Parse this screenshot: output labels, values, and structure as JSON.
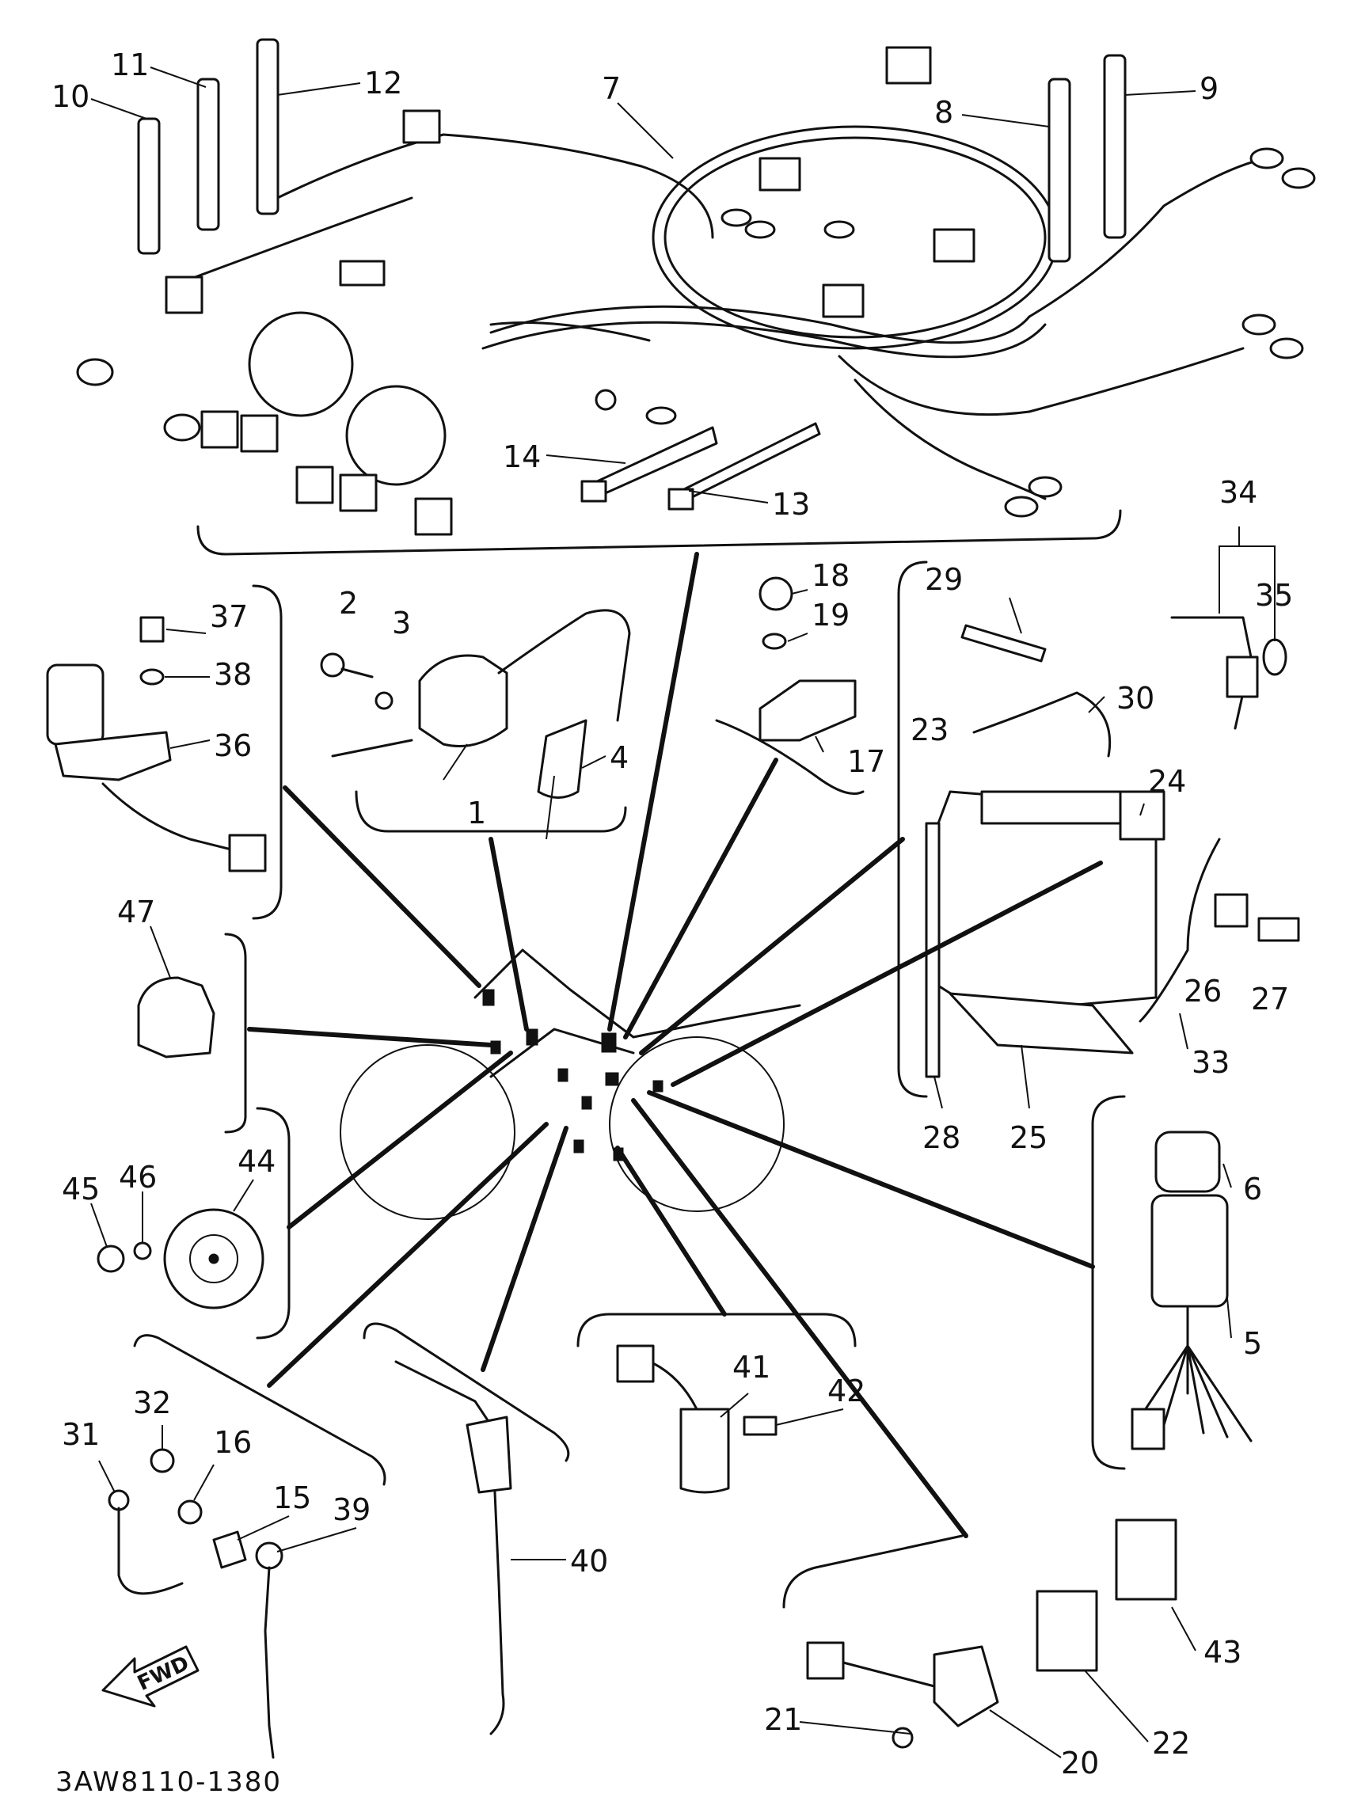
{
  "diagram_code": "3AW8110-1380",
  "fwd_label": "FWD",
  "callouts": [
    {
      "id": "10",
      "text": "10"
    },
    {
      "id": "11",
      "text": "11"
    },
    {
      "id": "12",
      "text": "12"
    },
    {
      "id": "7",
      "text": "7"
    },
    {
      "id": "8",
      "text": "8"
    },
    {
      "id": "9",
      "text": "9"
    },
    {
      "id": "14",
      "text": "14"
    },
    {
      "id": "13",
      "text": "13"
    },
    {
      "id": "2",
      "text": "2"
    },
    {
      "id": "3",
      "text": "3"
    },
    {
      "id": "1",
      "text": "1"
    },
    {
      "id": "4",
      "text": "4"
    },
    {
      "id": "37",
      "text": "37"
    },
    {
      "id": "38",
      "text": "38"
    },
    {
      "id": "36",
      "text": "36"
    },
    {
      "id": "18",
      "text": "18"
    },
    {
      "id": "19",
      "text": "19"
    },
    {
      "id": "17",
      "text": "17"
    },
    {
      "id": "29",
      "text": "29"
    },
    {
      "id": "30",
      "text": "30"
    },
    {
      "id": "34",
      "text": "34"
    },
    {
      "id": "35",
      "text": "35"
    },
    {
      "id": "23",
      "text": "23"
    },
    {
      "id": "24",
      "text": "24"
    },
    {
      "id": "26",
      "text": "26"
    },
    {
      "id": "27",
      "text": "27"
    },
    {
      "id": "33",
      "text": "33"
    },
    {
      "id": "28",
      "text": "28"
    },
    {
      "id": "25",
      "text": "25"
    },
    {
      "id": "47",
      "text": "47"
    },
    {
      "id": "45",
      "text": "45"
    },
    {
      "id": "46",
      "text": "46"
    },
    {
      "id": "44",
      "text": "44"
    },
    {
      "id": "6",
      "text": "6"
    },
    {
      "id": "5",
      "text": "5"
    },
    {
      "id": "41",
      "text": "41"
    },
    {
      "id": "42",
      "text": "42"
    },
    {
      "id": "31",
      "text": "31"
    },
    {
      "id": "32",
      "text": "32"
    },
    {
      "id": "16",
      "text": "16"
    },
    {
      "id": "15",
      "text": "15"
    },
    {
      "id": "39",
      "text": "39"
    },
    {
      "id": "40",
      "text": "40"
    },
    {
      "id": "21",
      "text": "21"
    },
    {
      "id": "20",
      "text": "20"
    },
    {
      "id": "22",
      "text": "22"
    },
    {
      "id": "43",
      "text": "43"
    }
  ]
}
